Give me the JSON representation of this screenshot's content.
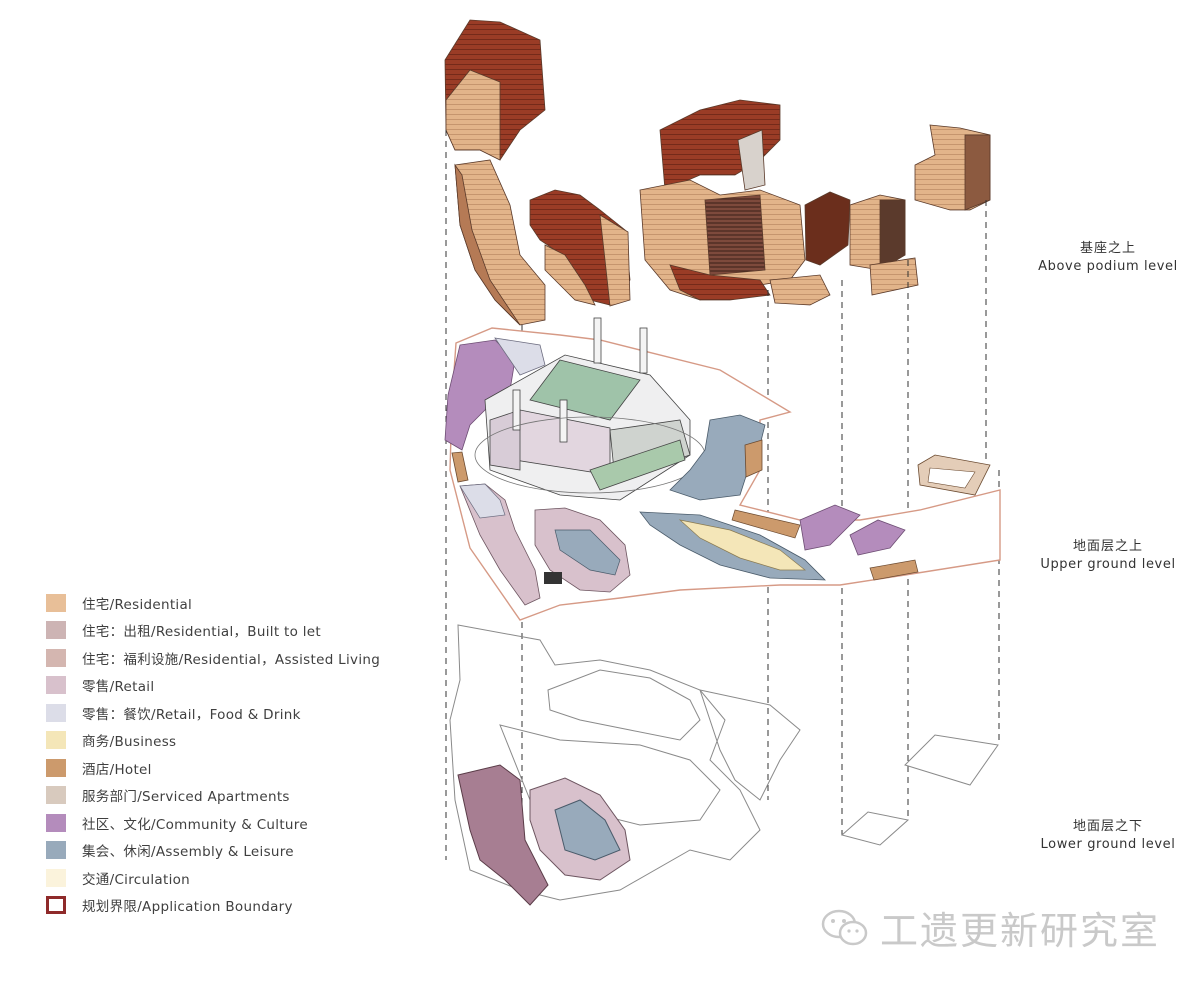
{
  "legend": [
    {
      "label": "住宅/Residential",
      "color": "#e8bf98"
    },
    {
      "label": "住宅：出租/Residential，Built to let",
      "color": "#cdb4b4"
    },
    {
      "label": "住宅：福利设施/Residential，Assisted Living",
      "color": "#d4b6b0"
    },
    {
      "label": "零售/Retail",
      "color": "#d8c1cc"
    },
    {
      "label": "零售：餐饮/Retail，Food & Drink",
      "color": "#dcdde8"
    },
    {
      "label": "商务/Business",
      "color": "#f4e6b8"
    },
    {
      "label": "酒店/Hotel",
      "color": "#cc9a6c"
    },
    {
      "label": "服务部门/Serviced Apartments",
      "color": "#d8cabe"
    },
    {
      "label": "社区、文化/Community & Culture",
      "color": "#b48cbc"
    },
    {
      "label": "集会、休闲/Assembly & Leisure",
      "color": "#98aabb"
    },
    {
      "label": "交通/Circulation",
      "color": "#fbf3dc"
    },
    {
      "label": "规划界限/Application Boundary",
      "color": "#8f2a2a",
      "boundary": true
    }
  ],
  "levels": {
    "above": {
      "cn": "基座之上",
      "en": "Above podium level"
    },
    "upper": {
      "cn": "地面层之上",
      "en": "Upper ground level"
    },
    "lower": {
      "cn": "地面层之下",
      "en": "Lower ground level"
    }
  },
  "watermark": {
    "text": "工遗更新研究室",
    "icon": "wechat-icon"
  }
}
